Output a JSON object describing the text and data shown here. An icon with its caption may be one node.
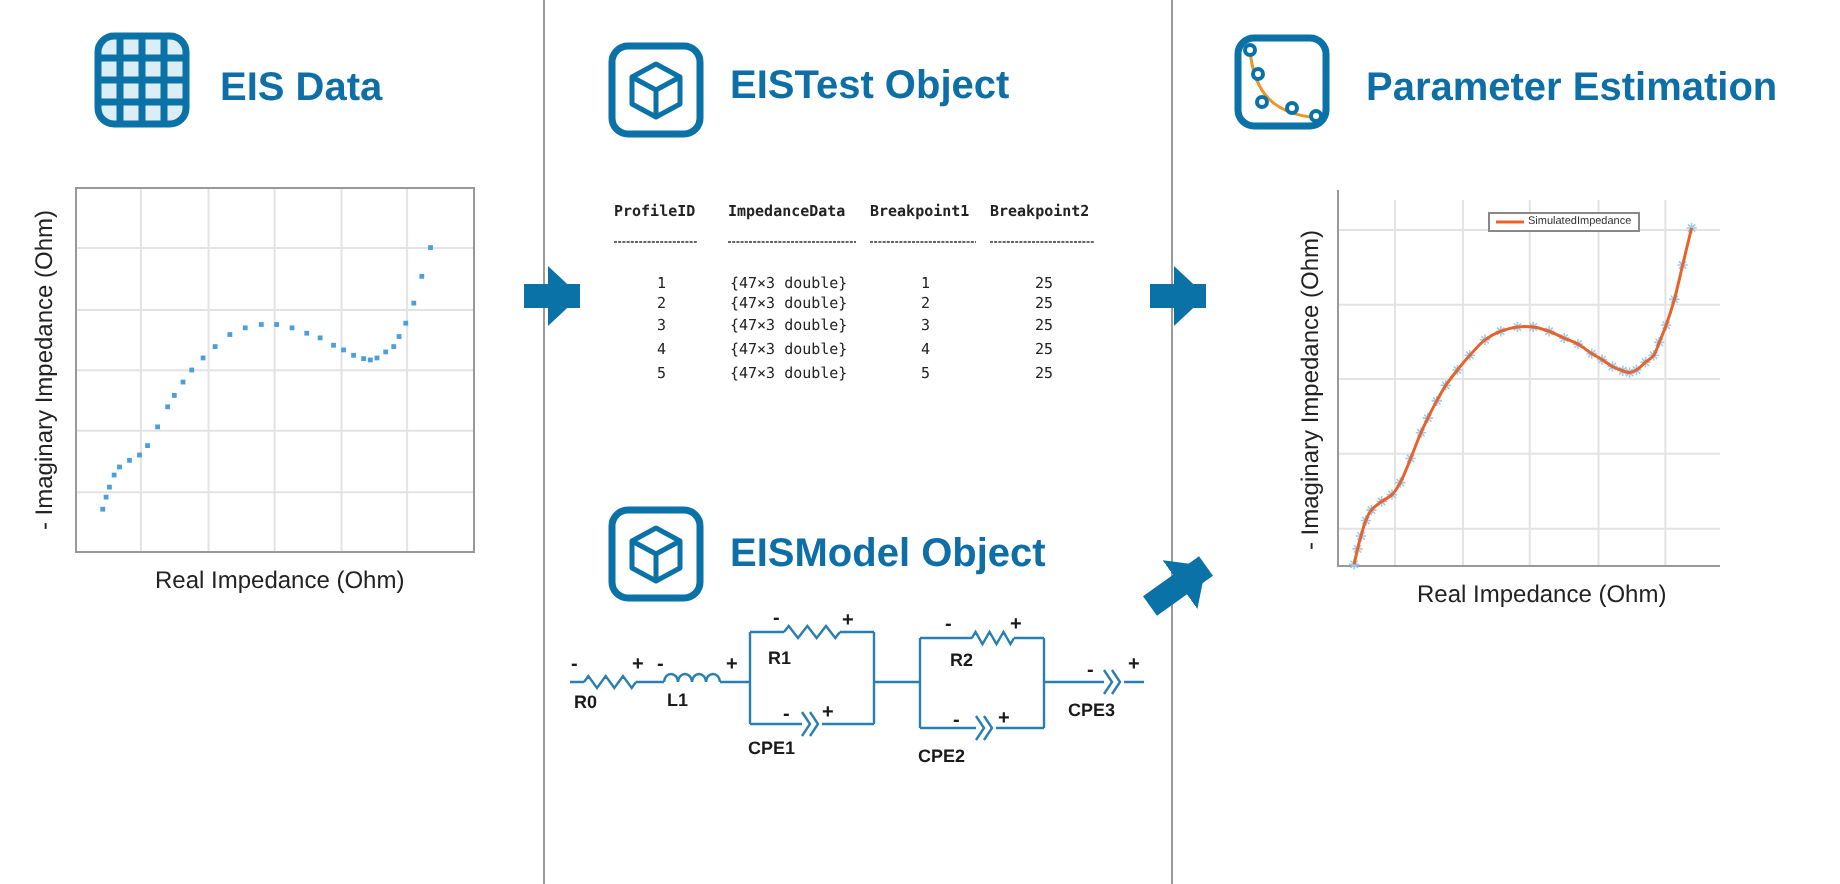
{
  "diagram": {
    "nodes": [
      {
        "text": [
          "EIS Data"
        ]
      },
      {
        "text": [
          "EISTest Object"
        ]
      },
      {
        "text": [
          "EISModel Object"
        ]
      },
      {
        "text": [
          "Parameter Estimation"
        ]
      }
    ],
    "edges": [
      {
        "from": 0,
        "to": 1,
        "arrow": "to"
      },
      {
        "from": 1,
        "to": 3,
        "arrow": "to"
      },
      {
        "from": 2,
        "to": 3,
        "arrow": "to"
      }
    ],
    "labels": [
      "- Imaginary Impedance (Ohm)",
      "Real Impedance (Ohm)",
      "ProfileID",
      "ImpedanceData",
      "Breakpoint1",
      "Breakpoint2",
      "1",
      "{47×3 double}",
      "1",
      "25",
      "2",
      "{47×3 double}",
      "2",
      "25",
      "3",
      "{47×3 double}",
      "3",
      "25",
      "4",
      "{47×3 double}",
      "4",
      "25",
      "5",
      "{47×3 double}",
      "5",
      "25",
      "-",
      "+",
      "R0",
      "-",
      "+",
      "L1",
      "-",
      "+",
      "R1",
      "-",
      "+",
      "CPE1",
      "-",
      "+",
      "R2",
      "-",
      "+",
      "CPE2",
      "-",
      "+",
      "CPE3",
      "- Imaginary Impedance (Ohm)",
      "Real Impedance (Ohm)"
    ],
    "legend": [
      {
        "text": "SimulatedImpedance"
      }
    ]
  }
}
